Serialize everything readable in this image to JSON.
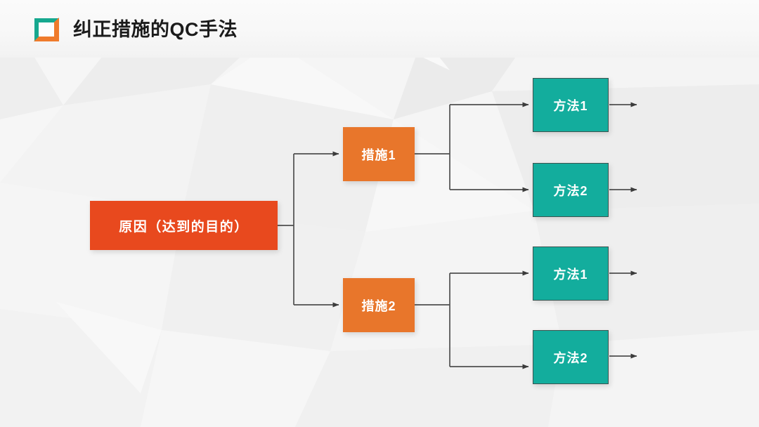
{
  "header": {
    "title": "纠正措施的QC手法",
    "logo_icon": "square-frame-logo-icon",
    "logo_colors": {
      "teal": "#16a88f",
      "orange": "#ef7b2c"
    }
  },
  "theme": {
    "background": "#f1f1f1",
    "cause_color": "#e8491e",
    "measure_color": "#e8762b",
    "method_color": "#13ad9d",
    "method_border": "#3c5450",
    "connector_color": "#4f4f4f",
    "text_color": "#ffffff"
  },
  "diagram": {
    "type": "tree",
    "orientation": "left-to-right",
    "root": {
      "label": "原因（达到的目的）",
      "level": "cause"
    },
    "measures": [
      {
        "label": "措施1",
        "level": "measure"
      },
      {
        "label": "措施2",
        "level": "measure"
      }
    ],
    "methods": [
      {
        "label": "方法1",
        "level": "method",
        "parent": "措施1"
      },
      {
        "label": "方法2",
        "level": "method",
        "parent": "措施1"
      },
      {
        "label": "方法1",
        "level": "method",
        "parent": "措施2"
      },
      {
        "label": "方法2",
        "level": "method",
        "parent": "措施2"
      }
    ]
  }
}
